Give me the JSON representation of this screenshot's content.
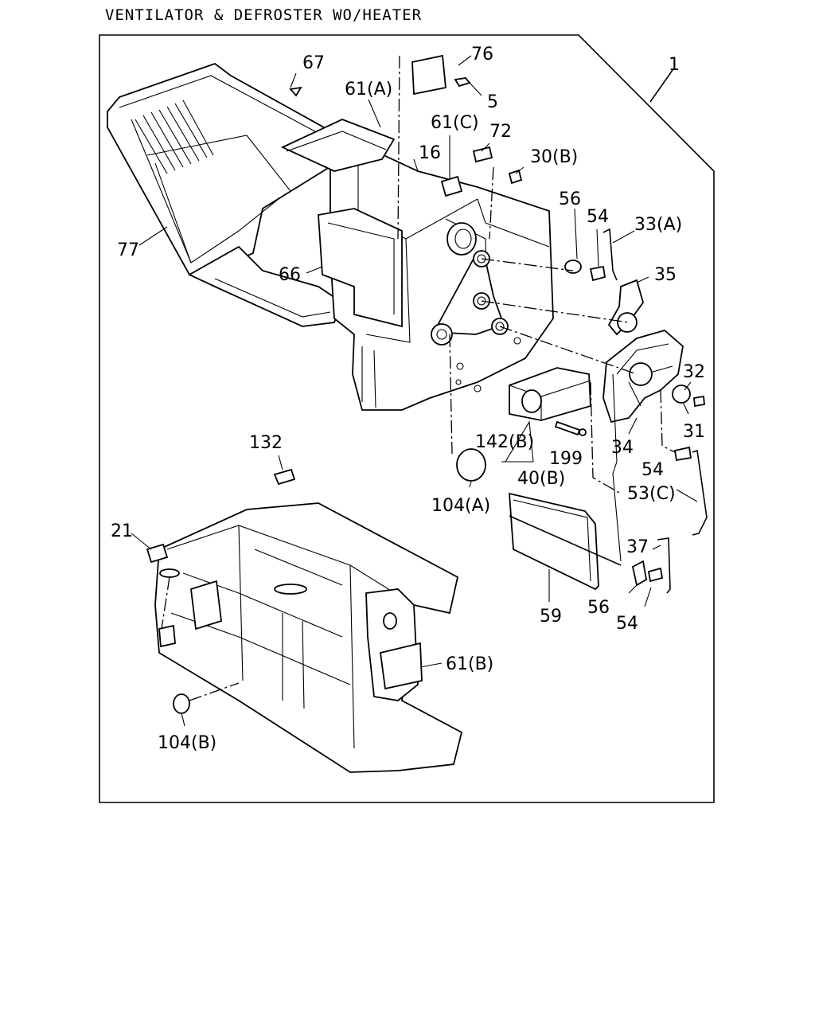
{
  "title": "VENTILATOR & DEFROSTER WO/HEATER",
  "labels": {
    "l1": "1",
    "l5": "5",
    "l16": "16",
    "l21": "21",
    "l30b": "30(B)",
    "l31": "31",
    "l32": "32",
    "l33a": "33(A)",
    "l34": "34",
    "l35": "35",
    "l37": "37",
    "l40b": "40(B)",
    "l53c": "53(C)",
    "l54a": "54",
    "l54b": "54",
    "l54c": "54",
    "l56a": "56",
    "l56b": "56",
    "l59": "59",
    "l61a": "61(A)",
    "l61b": "61(B)",
    "l61c": "61(C)",
    "l66": "66",
    "l67": "67",
    "l72": "72",
    "l76": "76",
    "l77": "77",
    "l104a": "104(A)",
    "l104b": "104(B)",
    "l132": "132",
    "l142b": "142(B)",
    "l199": "199"
  }
}
